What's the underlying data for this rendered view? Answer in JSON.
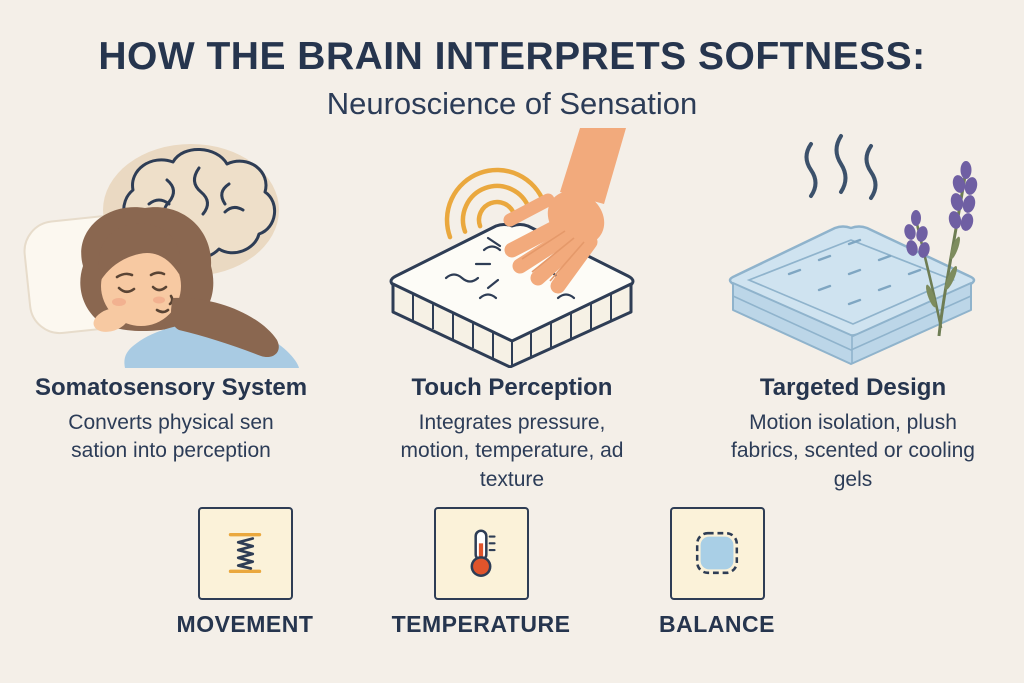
{
  "header": {
    "title": "HOW THE BRAIN INTERPRETS SOFTNESS:",
    "subtitle": "Neuroscience of Sensation"
  },
  "columns": [
    {
      "heading": "Somatosensory System",
      "body_lines": [
        "Converts physical sen",
        "sation into perception"
      ],
      "illustration": "sleeping-woman-with-brain"
    },
    {
      "heading": "Touch Perception",
      "body_lines": [
        "Integrates pressure,",
        "motion, temperature, ad",
        "texture"
      ],
      "illustration": "hand-pressing-mattress"
    },
    {
      "heading": "Targeted Design",
      "body_lines": [
        "Motion isolation, plush",
        "fabrics, scented or cooling",
        "gels"
      ],
      "illustration": "cooling-scented-mattress-with-lavender"
    }
  ],
  "features": [
    {
      "label": "MOVEMENT",
      "icon": "spring-icon"
    },
    {
      "label": "TEMPERATURE",
      "icon": "thermometer-icon"
    },
    {
      "label": "BALANCE",
      "icon": "cushion-icon"
    }
  ],
  "colors": {
    "background": "#f4efe8",
    "ink": "#26354e",
    "accent_orange": "#eaa83e",
    "skin": "#f2aa7c",
    "hair_brown": "#8a6750",
    "blanket_blue": "#a9cbe3",
    "mattress_blue": "#cfe3f0",
    "lavender_purple": "#6f5fa3",
    "icon_box_bg": "#fbf2d9",
    "thermometer_red": "#e0542b"
  }
}
